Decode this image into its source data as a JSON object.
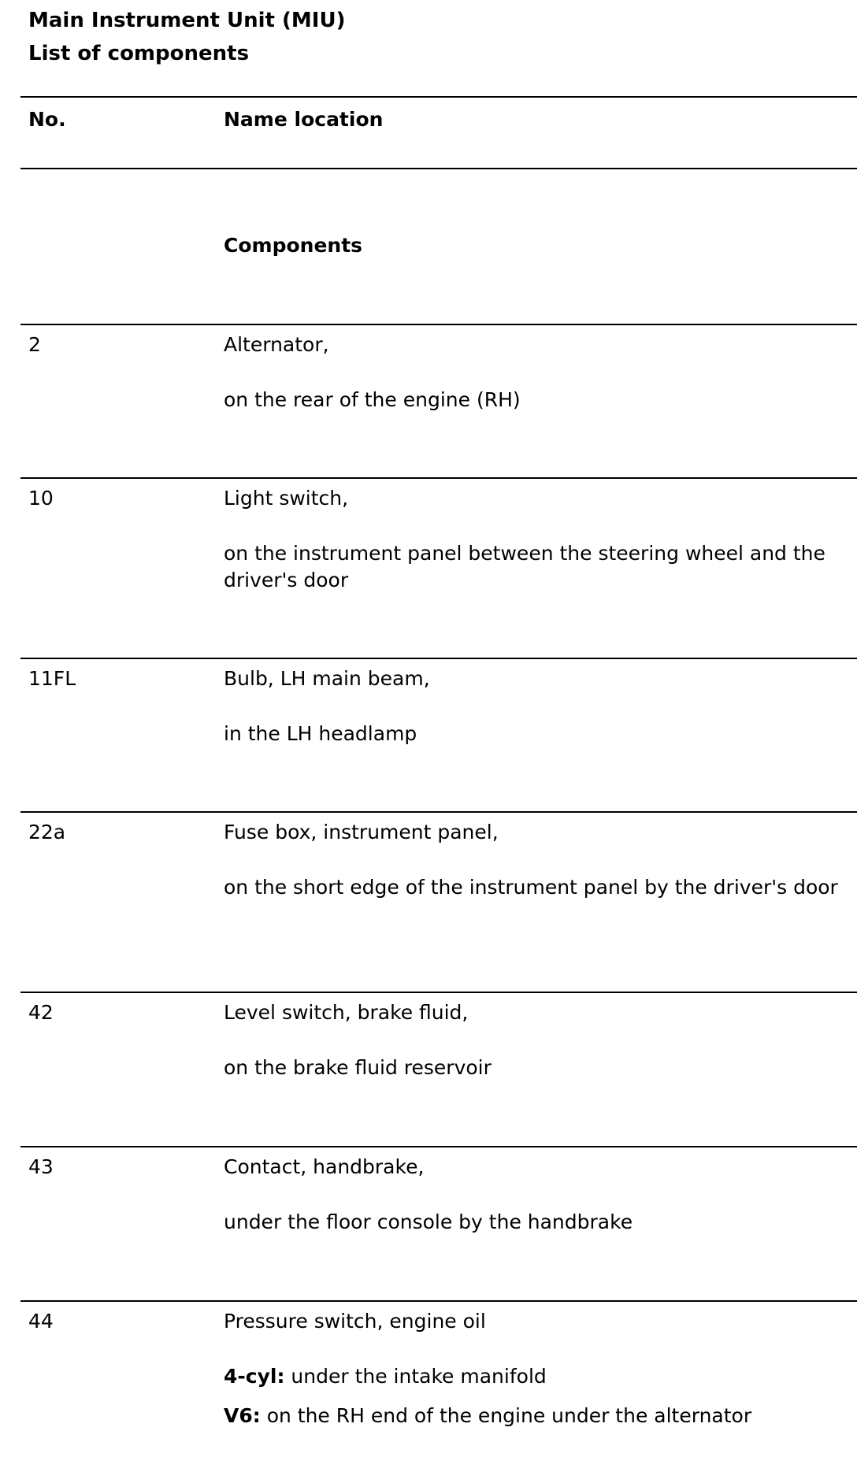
{
  "header": {
    "title": "Main Instrument Unit (MIU)",
    "subtitle": "List of components"
  },
  "table": {
    "columns": {
      "no": "No.",
      "name": "Name location"
    },
    "section_heading": "Components",
    "rows": [
      {
        "no": "2",
        "name": "Alternator,",
        "location": "on the rear of the engine (RH)"
      },
      {
        "no": "10",
        "name": "Light switch,",
        "location": "on the instrument panel between the steering wheel and the driver's door"
      },
      {
        "no": "11FL",
        "name": "Bulb, LH main beam,",
        "location": "in the LH headlamp"
      },
      {
        "no": "22a",
        "name": "Fuse box, instrument panel,",
        "location": "on the short edge of the instrument panel by the driver's door"
      },
      {
        "no": "42",
        "name": "Level switch, brake fluid,",
        "location": "on the brake fluid reservoir"
      },
      {
        "no": "43",
        "name": "Contact, handbrake,",
        "location": "under the floor console by the handbrake"
      },
      {
        "no": "44",
        "name": "Pressure switch, engine oil",
        "variants": [
          {
            "label": "4-cyl:",
            "text": " under the intake manifold"
          },
          {
            "label": "V6:",
            "text": " on the RH end of the engine under the alternator"
          }
        ]
      }
    ]
  }
}
